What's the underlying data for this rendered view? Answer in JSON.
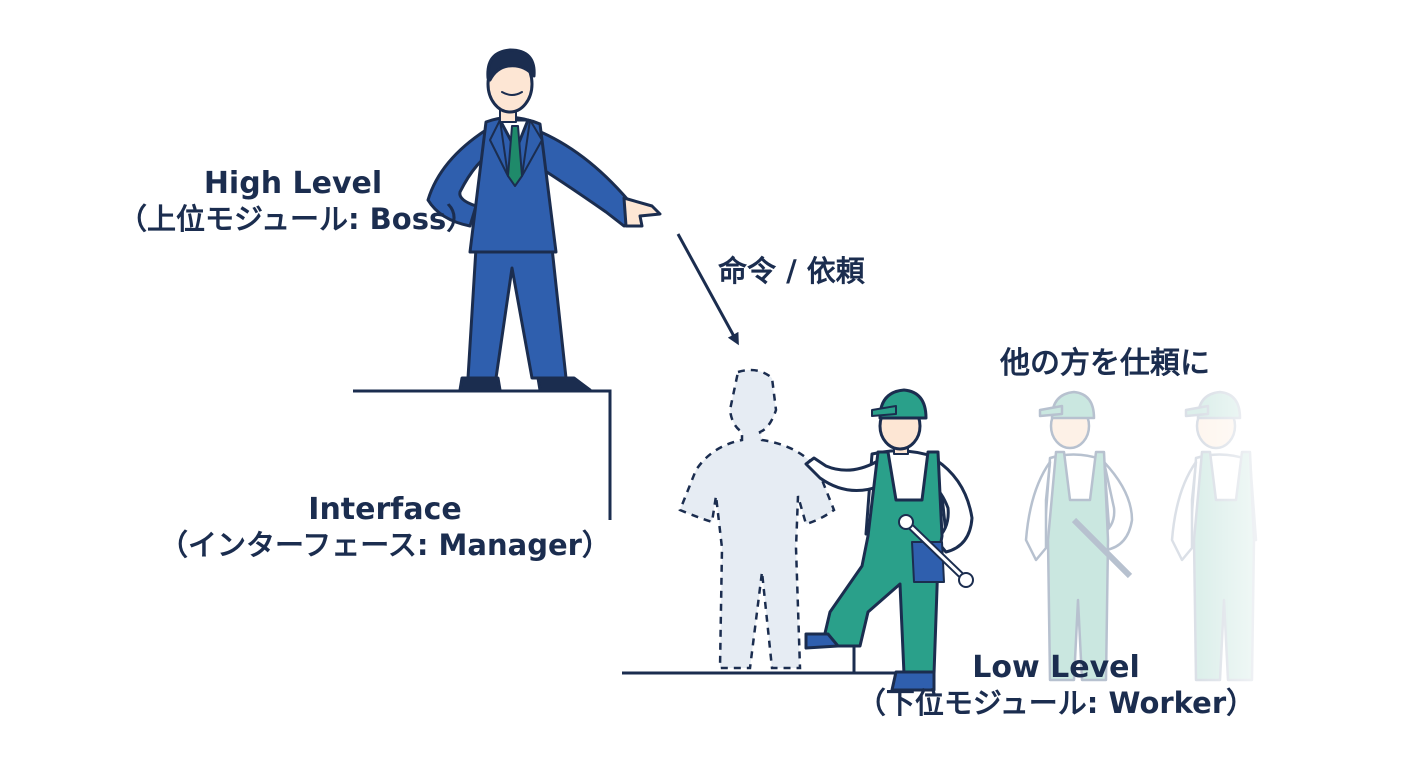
{
  "high_level": {
    "title": "High Level",
    "subtitle": "（上位モジュール: Boss）"
  },
  "interface": {
    "title": "Interface",
    "subtitle": "（インターフェース: Manager）"
  },
  "low_level": {
    "title": "Low Level",
    "subtitle": "（下位モジュール: Worker）"
  },
  "arrow": {
    "label": "命令 / 依頼"
  },
  "others": {
    "label": "他の方を仕頼に"
  },
  "colors": {
    "navy": "#1b2d4f",
    "boss_suit": "#2f5fae",
    "tie": "#1f8a6a",
    "worker_overalls": "#2aa08a",
    "worker_shirt": "#ffffff",
    "placeholder_fill": "#e6ecf3",
    "faded_worker": "#9fd4c7",
    "skin": "#fde6d4"
  },
  "icons": [
    "boss-figure",
    "placeholder-silhouette",
    "worker-figure",
    "wrench-icon",
    "faded-worker-figure"
  ]
}
